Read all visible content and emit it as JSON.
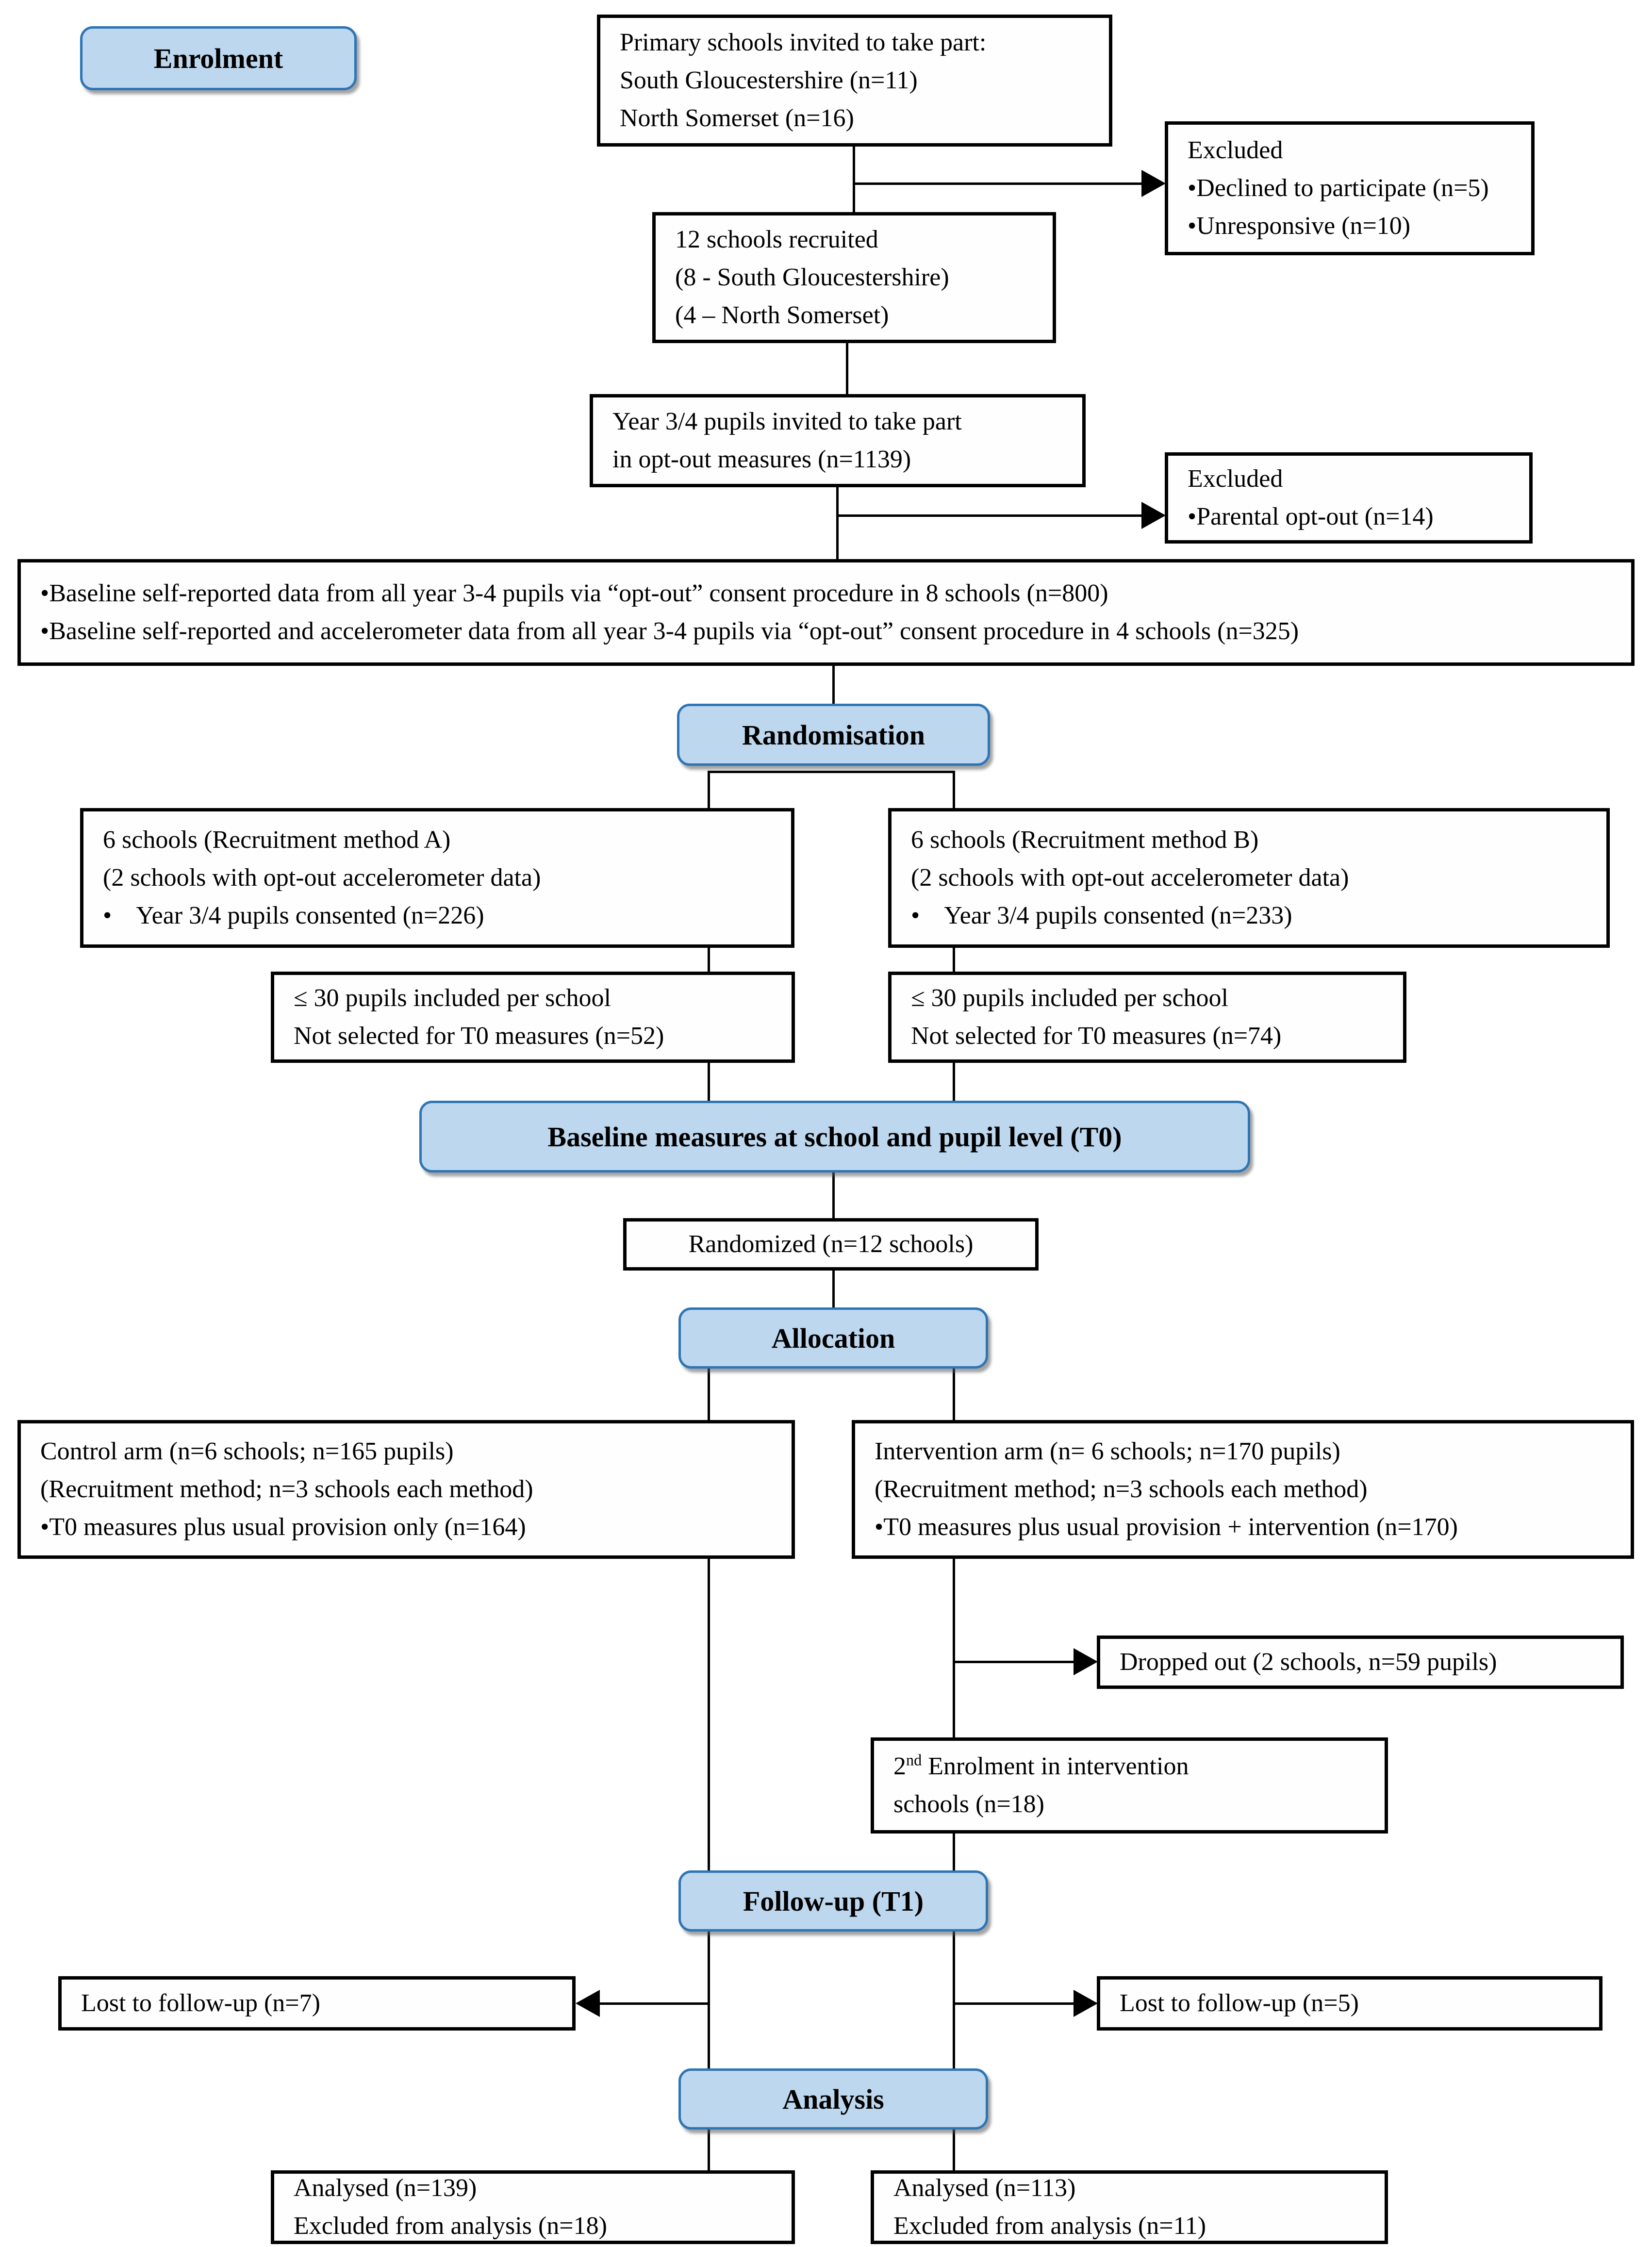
{
  "colors": {
    "badge_fill": "#BDD7EE",
    "badge_border": "#2E75B5",
    "box_border": "#000000",
    "text": "#000000"
  },
  "stages": {
    "enrolment": "Enrolment",
    "randomisation": "Randomisation",
    "baseline_t0": "Baseline measures at school and pupil level (T0)",
    "allocation": "Allocation",
    "follow_up": "Follow-up (T1)",
    "analysis": "Analysis"
  },
  "boxes": {
    "schools_invited": {
      "lines": [
        "Primary schools invited to take part:",
        "South Gloucestershire (n=11)",
        "North Somerset (n=16)"
      ]
    },
    "excluded_schools": {
      "lines": [
        "Excluded",
        "•Declined to participate (n=5)",
        "•Unresponsive (n=10)"
      ]
    },
    "schools_recruited": {
      "lines": [
        "12 schools recruited",
        "(8 - South Gloucestershire)",
        "(4 – North Somerset)"
      ]
    },
    "pupils_invited": {
      "lines": [
        "Year 3/4 pupils invited to take part",
        "in opt-out measures (n=1139)"
      ]
    },
    "excluded_pupils": {
      "lines": [
        "Excluded",
        "•Parental opt-out (n=14)"
      ]
    },
    "baseline_data": {
      "lines": [
        "•Baseline self-reported data from all year 3-4 pupils via “opt-out” consent procedure in 8 schools (n=800)",
        "•Baseline self-reported and accelerometer data from all year 3-4 pupils via “opt-out” consent procedure in 4 schools (n=325)"
      ]
    },
    "method_a": {
      "lines": [
        "6 schools (Recruitment method A)",
        "(2 schools with opt-out accelerometer data)",
        "•    Year 3/4 pupils consented (n=226)"
      ]
    },
    "method_b": {
      "lines": [
        "6 schools (Recruitment method B)",
        "(2 schools with opt-out accelerometer data)",
        "•    Year 3/4 pupils consented (n=233)"
      ]
    },
    "le30_a": {
      "lines": [
        "≤ 30 pupils included per school",
        "Not selected for T0 measures (n=52)"
      ]
    },
    "le30_b": {
      "lines": [
        "≤ 30 pupils included per school",
        "Not selected for T0 measures (n=74)"
      ]
    },
    "randomized": {
      "lines": [
        "Randomized (n=12 schools)"
      ]
    },
    "control_arm": {
      "lines": [
        "Control arm (n=6 schools; n=165 pupils)",
        "(Recruitment method; n=3 schools each method)",
        "•T0 measures plus usual provision only (n=164)"
      ]
    },
    "intervention_arm": {
      "lines": [
        "Intervention arm (n= 6 schools; n=170 pupils)",
        "(Recruitment method; n=3 schools each method)",
        "•T0 measures plus usual provision + intervention (n=170)"
      ]
    },
    "dropped_out": {
      "lines": [
        "Dropped out (2 schools, n=59 pupils)"
      ]
    },
    "second_enrolment": {
      "num": "2",
      "sup": "nd",
      "rest": " Enrolment in intervention",
      "line2": "schools (n=18)"
    },
    "lost_a": {
      "lines": [
        "Lost to follow-up (n=7)"
      ]
    },
    "lost_b": {
      "lines": [
        "Lost to follow-up (n=5)"
      ]
    },
    "analysed_a": {
      "lines": [
        "Analysed (n=139)",
        "Excluded from analysis (n=18)"
      ]
    },
    "analysed_b": {
      "lines": [
        "Analysed (n=113)",
        "Excluded from analysis (n=11)"
      ]
    }
  }
}
